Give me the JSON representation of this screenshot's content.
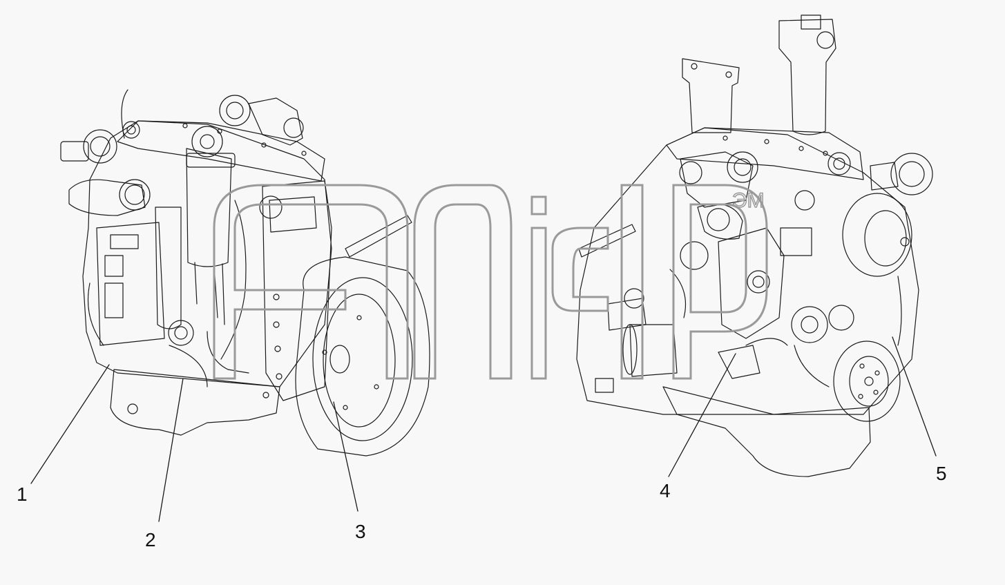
{
  "callouts": [
    {
      "label": "1"
    },
    {
      "label": "2"
    },
    {
      "label": "3"
    },
    {
      "label": "4"
    },
    {
      "label": "5"
    }
  ],
  "watermark": {
    "text": "ЭМ"
  },
  "colors": {
    "line": "#1a1a1a",
    "fill": "#f8f8f8",
    "watermark": "#9a9a9a"
  }
}
